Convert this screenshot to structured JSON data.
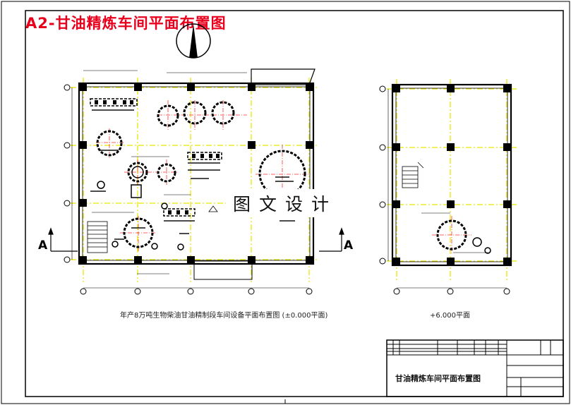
{
  "drawing": {
    "title": "A2-甘油精炼车间平面布置图",
    "watermark": "图文设计",
    "plan_caption": "年产8万吨生物柴油甘油精制段车间设备平面布置图 (±0.000平面)",
    "upper_caption": "+6.000平面",
    "title_block_name": "甘油精炼车间平面布置图",
    "section_mark": "A"
  },
  "colors": {
    "line": "#000000",
    "gridline": "#e8e800",
    "center": "#ff3030",
    "title": "#e8001c",
    "equipment": "#000000"
  }
}
